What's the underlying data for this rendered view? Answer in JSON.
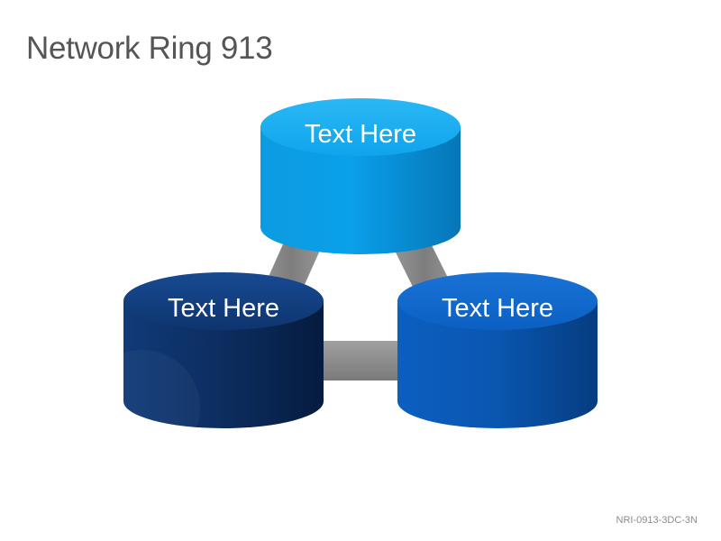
{
  "title": "Network Ring 913",
  "footer_code": "NRI-0913-3DC-3N",
  "nodes": {
    "top": {
      "label": "Text Here",
      "color": "#0aa3e8"
    },
    "left": {
      "label": "Text Here",
      "color": "#0b2a5c"
    },
    "right": {
      "label": "Text Here",
      "color": "#0a5ab8"
    }
  },
  "connector_color": "#8a8a8a"
}
